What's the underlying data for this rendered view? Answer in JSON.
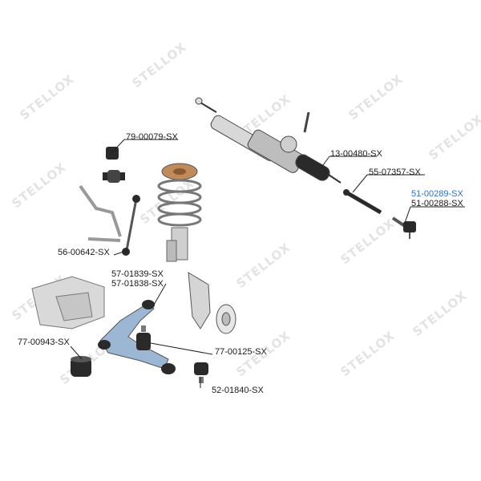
{
  "watermark": {
    "brand": "STELLOX"
  },
  "colors": {
    "highlight": "#2f6fc7",
    "rubber": "#2a2a2a",
    "metal": "#cfcfcf",
    "arm": "#9bb7d4",
    "spring_top": "#c08a5a"
  },
  "parts": [
    {
      "id": "sway-bar-bushing",
      "code": "79-00079-SX"
    },
    {
      "id": "steering-rack",
      "code": "13-00480-SX"
    },
    {
      "id": "inner-tie-rod",
      "code": "55-07357-SX"
    },
    {
      "id": "tie-rod-end-left",
      "code": "51-00289-SX",
      "highlighted": true
    },
    {
      "id": "tie-rod-end-right",
      "code": "51-00288-SX"
    },
    {
      "id": "stabilizer-link",
      "code": "56-00642-SX"
    },
    {
      "id": "control-arm-right",
      "code": "57-01839-SX"
    },
    {
      "id": "control-arm-left",
      "code": "57-01838-SX"
    },
    {
      "id": "subframe-bushing",
      "code": "77-00943-SX"
    },
    {
      "id": "arm-rear-bushing",
      "code": "77-00125-SX"
    },
    {
      "id": "ball-joint",
      "code": "52-01840-SX"
    }
  ]
}
